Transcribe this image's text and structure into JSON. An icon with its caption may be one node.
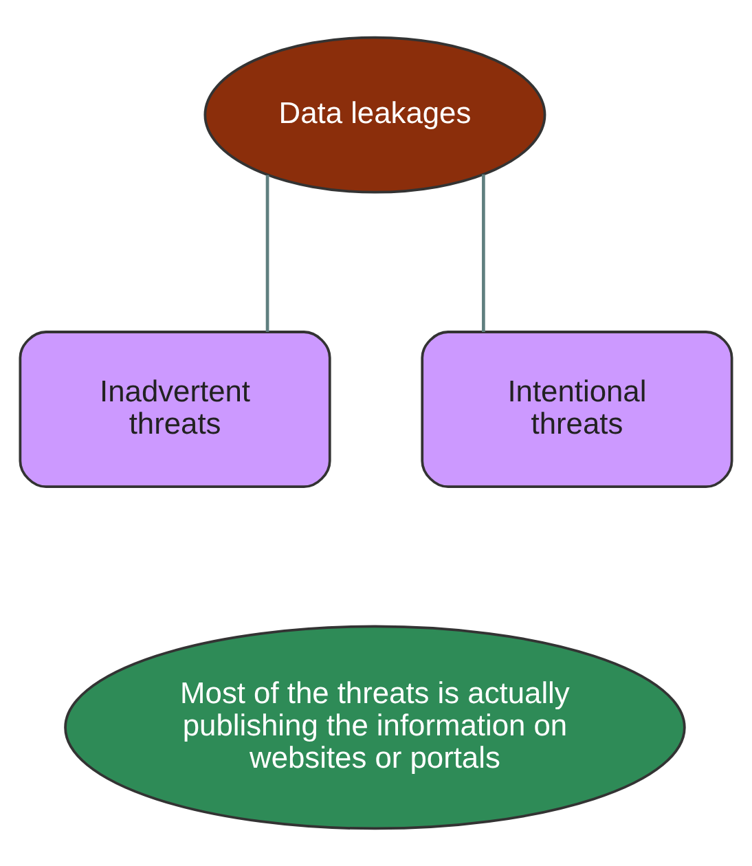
{
  "diagram": {
    "nodes": [
      {
        "text": [
          "Data leakages"
        ]
      },
      {
        "text": [
          "Inadvertent threats"
        ]
      },
      {
        "text": [
          "Intentional threats"
        ]
      },
      {
        "text": [
          "Most of the threats is actually publishing the information on websites or portals"
        ]
      }
    ],
    "edges": [
      {
        "from": 0,
        "to": 1,
        "arrow": "none"
      },
      {
        "from": 0,
        "to": 2,
        "arrow": "none"
      }
    ]
  }
}
